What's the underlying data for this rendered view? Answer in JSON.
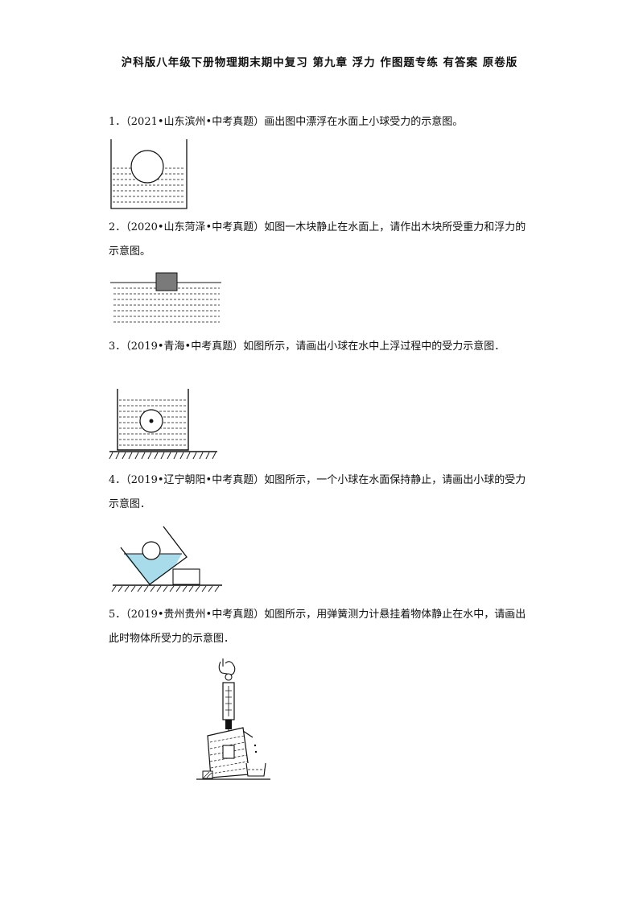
{
  "page": {
    "title": "沪科版八年级下册物理期末期中复习 第九章 浮力 作图题专练 有答案 原卷版"
  },
  "questions": [
    {
      "number": "1",
      "text": "1．（2021•山东滨州•中考真题）画出图中漂浮在水面上小球受力的示意图。"
    },
    {
      "number": "2",
      "text": "2．（2020•山东菏泽•中考真题）如图一木块静止在水面上，请作出木块所受重力和浮力的示意图。"
    },
    {
      "number": "3",
      "text": "3．（2019•青海•中考真题）如图所示，请画出小球在水中上浮过程中的受力示意图．"
    },
    {
      "number": "4",
      "text": "4．（2019•辽宁朝阳•中考真题）如图所示，一个小球在水面保持静止，请画出小球的受力示意图．"
    },
    {
      "number": "5",
      "text": "5．（2019•贵州贵州•中考真题）如图所示，用弹簧测力计悬挂着物体静止在水中，请画出此时物体所受力的示意图．"
    }
  ],
  "colors": {
    "ink": "#111111",
    "water_tint": "#a9dcea",
    "block_fill": "#7a7a7a"
  }
}
